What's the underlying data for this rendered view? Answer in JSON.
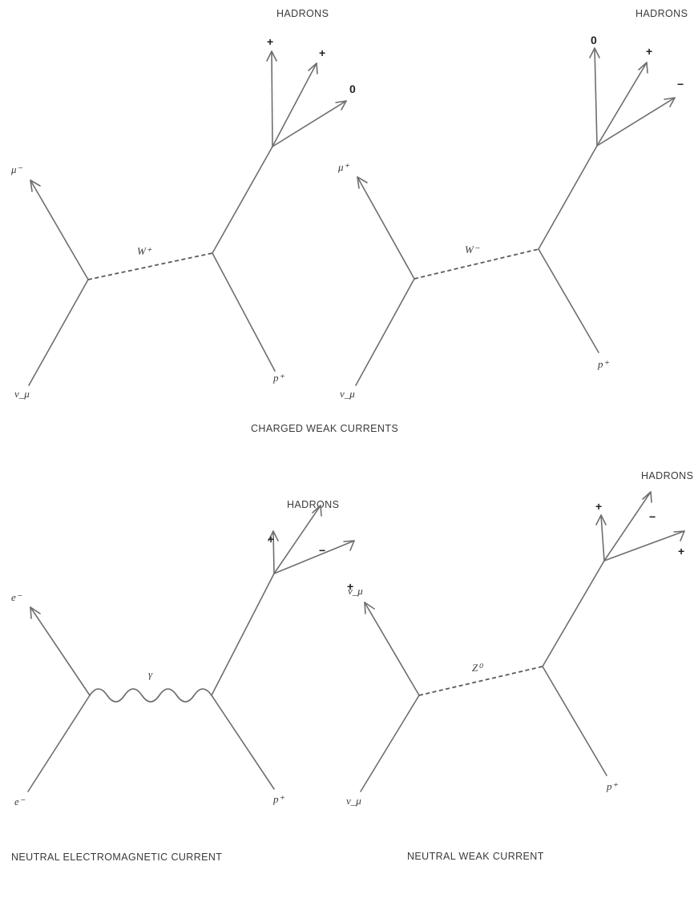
{
  "diagrams": {
    "w_plus": {
      "hadrons_heading": "HADRONS",
      "lepton_out": "μ⁻",
      "neutrino_in": "ν_μ",
      "boson": "W⁺",
      "proton": "p⁺",
      "hadron_charges": [
        "+",
        "+",
        "0"
      ]
    },
    "w_minus": {
      "hadrons_heading": "HADRONS",
      "lepton_out": "μ⁺",
      "neutrino_in": "ν_μ",
      "boson": "W⁻",
      "proton": "p⁺",
      "hadron_charges": [
        "0",
        "+",
        "−"
      ]
    },
    "electromagnetic": {
      "hadrons_heading": "HADRONS",
      "lepton_out": "e⁻",
      "lepton_in": "e⁻",
      "boson": "γ",
      "proton": "p⁺",
      "hadron_charges": [
        "+",
        "−",
        "+"
      ]
    },
    "neutral_weak": {
      "hadrons_heading": "HADRONS",
      "lepton_out": "ν_μ",
      "neutrino_in": "ν_μ",
      "boson": "Z⁰",
      "proton": "p⁺",
      "hadron_charges": [
        "+",
        "−",
        "+"
      ]
    }
  },
  "captions": {
    "charged": "CHARGED WEAK CURRENTS",
    "electromagnetic": "NEUTRAL ELECTROMAGNETIC CURRENT",
    "neutral_weak": "NEUTRAL WEAK CURRENT"
  }
}
